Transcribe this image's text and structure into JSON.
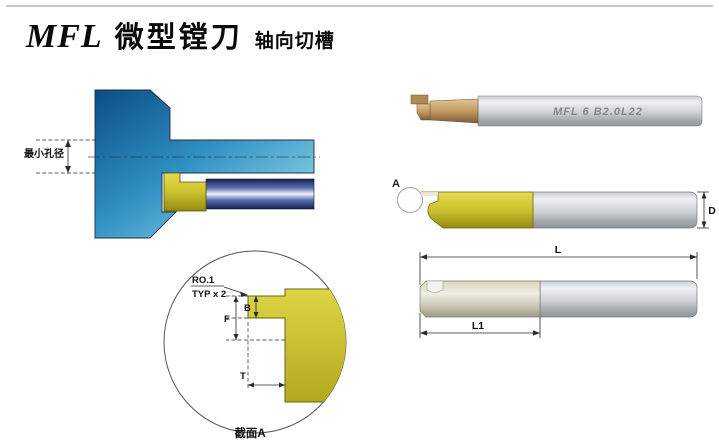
{
  "header": {
    "series": "MFL",
    "title": "微型镗刀",
    "subtitle": "轴向切槽"
  },
  "section_view": {
    "min_bore_label": "最小孔径"
  },
  "detail": {
    "r_label": "RO.1",
    "typ_label": "TYP x 2",
    "f": "F",
    "b": "B",
    "t": "T",
    "caption": "截面A"
  },
  "views": {
    "engraving": "MFL 6 B2.0L22",
    "marker_a": "A",
    "d": "D",
    "l": "L",
    "l1": "L1"
  },
  "colors": {
    "workpiece_blue": "#2f8fc2",
    "insert_yellow": "#cdc22e",
    "coating_bronze": "#c09a62",
    "shaft_silver": "#cdd1d5",
    "shank_navy": "#13204f"
  }
}
